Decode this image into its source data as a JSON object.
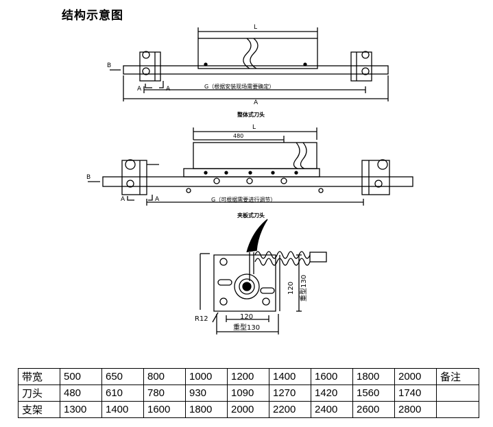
{
  "title": "结构示意图",
  "top_view": {
    "label_L": "L",
    "label_B": "B",
    "label_A_left": "A",
    "label_A_right": "A",
    "label_G": "G（根据安装现场需要确定）",
    "label_A_dim": "A",
    "caption": "整体式刀头"
  },
  "middle_view": {
    "label_L": "L",
    "label_480": "480",
    "label_B": "B",
    "label_A_left": "A",
    "label_A_right": "A",
    "label_G": "G（可根据需要进行调节）",
    "caption": "夹板式刀头"
  },
  "detail_view": {
    "label_R": "R12",
    "label_120_h": "120",
    "label_130_h": "重型130",
    "label_120_v": "120",
    "label_130_v": "重型130"
  },
  "table": {
    "rows": [
      [
        "带宽",
        "500",
        "650",
        "800",
        "1000",
        "1200",
        "1400",
        "1600",
        "1800",
        "2000",
        "备注"
      ],
      [
        "刀头",
        "480",
        "610",
        "780",
        "930",
        "1090",
        "1270",
        "1420",
        "1560",
        "1740",
        ""
      ],
      [
        "支架",
        "1300",
        "1400",
        "1600",
        "1800",
        "2000",
        "2200",
        "2400",
        "2600",
        "2800",
        ""
      ]
    ]
  }
}
